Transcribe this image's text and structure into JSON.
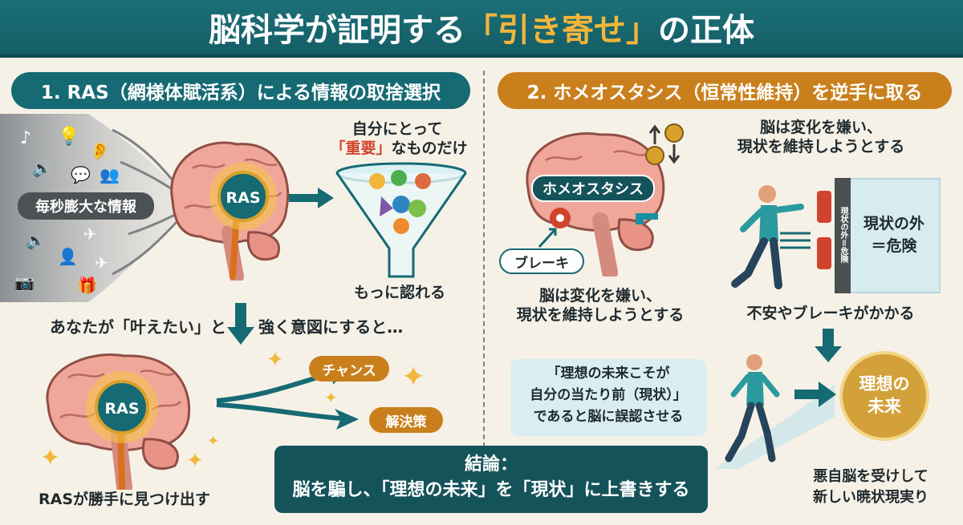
{
  "header": {
    "title_before": "脳科学が証明する",
    "title_highlight": "「引き寄せ」",
    "title_after": "の正体"
  },
  "section1": {
    "title": "1. RAS（網様体賦活系）による情報の取捨選択",
    "info_label": "毎秒膨大な情報",
    "brain_label": "RAS",
    "filter_caption_line1": "自分にとって",
    "filter_caption_important": "「重要」",
    "filter_caption_rest": "なものだけ",
    "filter_bottom": "もっに認れる",
    "intent_left": "あなたが「叶えたい」と",
    "intent_right": "強く意図にすると…",
    "brain2_label": "RAS",
    "chance_label": "チャンス",
    "solution_label": "解決策",
    "bottom_caption": "RASが勝手に見つけ出す",
    "colors": {
      "teal": "#166a73",
      "orange": "#c9801c"
    }
  },
  "section2": {
    "title": "2. ホメオスタシス（恒常性維持）を逆手に取る",
    "homeo_label": "ホメオスタシス",
    "brake_label": "ブレーキ",
    "brain_caption_line1": "脳は変化を嫌い、",
    "brain_caption_line2": "現状を維持しようとする",
    "top_caption_line1": "脳は変化を嫌い、",
    "top_caption_line2": "現状を維持しようとする",
    "wall_text": "現状の外＝危険",
    "outside_line1": "現状の外",
    "outside_line2": "＝危険",
    "anxiety_caption": "不安やブレーキがかかる",
    "ideal_box_line1": "「理想の未来こそが",
    "ideal_box_line2": "自分の当たり前（現状）」",
    "ideal_box_line3": "であると脳に誤認させる",
    "ideal_circle_line1": "理想の",
    "ideal_circle_line2": "未来",
    "final_line1": "悪自脳を受けして",
    "final_line2": "新しい暁状現実り"
  },
  "conclusion": {
    "heading": "結論：",
    "body": "脳を騙し、「理想の未来」を「現状」に上書きする"
  }
}
